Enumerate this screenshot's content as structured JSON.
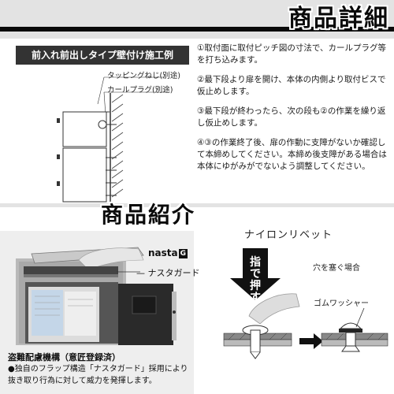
{
  "header": {
    "title": "商品詳細"
  },
  "diagram": {
    "label": "前入れ前出しタイプ壁付け施工例",
    "screw_label": "タッピングねじ(別途)",
    "plug_label": "カールプラグ(別途)"
  },
  "steps": [
    {
      "text": "①取付面に取付ピッチ図の寸法で、カールプラグ等を打ち込みます。"
    },
    {
      "text": "②最下段より扉を開け、本体の内側より取付ビスで仮止めします。"
    },
    {
      "text": "③最下段が終わったら、次の段も②の作業を繰り返し仮止めします。"
    },
    {
      "text": "④③の作業終了後、扉の作動に支障がないか確認して本締めしてください。本締め後支障がある場合は本体にゆがみがでないよう調整してください。"
    }
  ],
  "intro": {
    "title": "商品紹介",
    "brand": "nasta",
    "brand_badge": "G",
    "guard_label": "ナスタガード",
    "feature_title": "盗難配慮機構（意匠登録済）",
    "feature_desc": "●独自のフラップ構造「ナスタガード」採用により抜き取り行為に対して威力を発揮します。"
  },
  "rivet": {
    "title": "ナイロンリベット",
    "press_label": "指で押す",
    "hole_label": "穴を塞ぐ場合",
    "washer_label": "ゴムワッシャー"
  }
}
